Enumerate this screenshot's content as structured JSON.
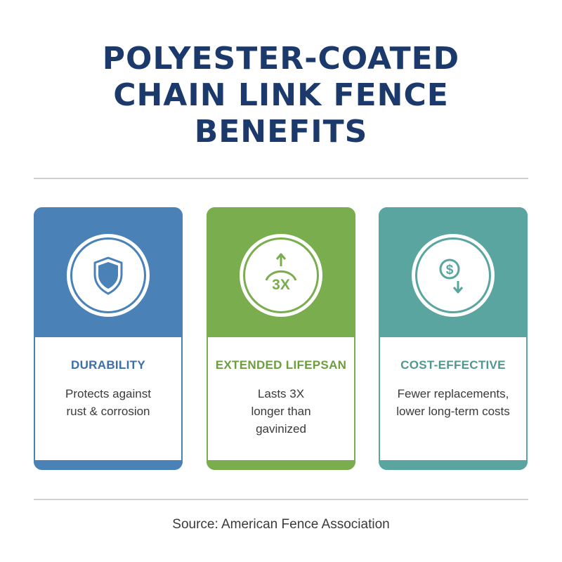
{
  "title": {
    "line1": "POLYESTER-COATED",
    "line2": "CHAIN LINK FENCE",
    "line3": "BENEFITS"
  },
  "cards": [
    {
      "heading": "DURABILITY",
      "description": "Protects against\nrust & corrosion",
      "icon": "shield-icon",
      "color": "#4a82b8"
    },
    {
      "heading": "EXTENDED LIFEPSAN",
      "description": "Lasts 3X\nlonger than\ngavinized",
      "icon": "lifespan-3x-icon",
      "icon_text": "3X",
      "color": "#79ad4d"
    },
    {
      "heading": "COST-EFFECTIVE",
      "description": "Fewer replacements,\nlower long-term costs",
      "icon": "dollar-down-icon",
      "icon_text": "$",
      "color": "#5aa59f"
    }
  ],
  "source": "Source: American Fence Association"
}
